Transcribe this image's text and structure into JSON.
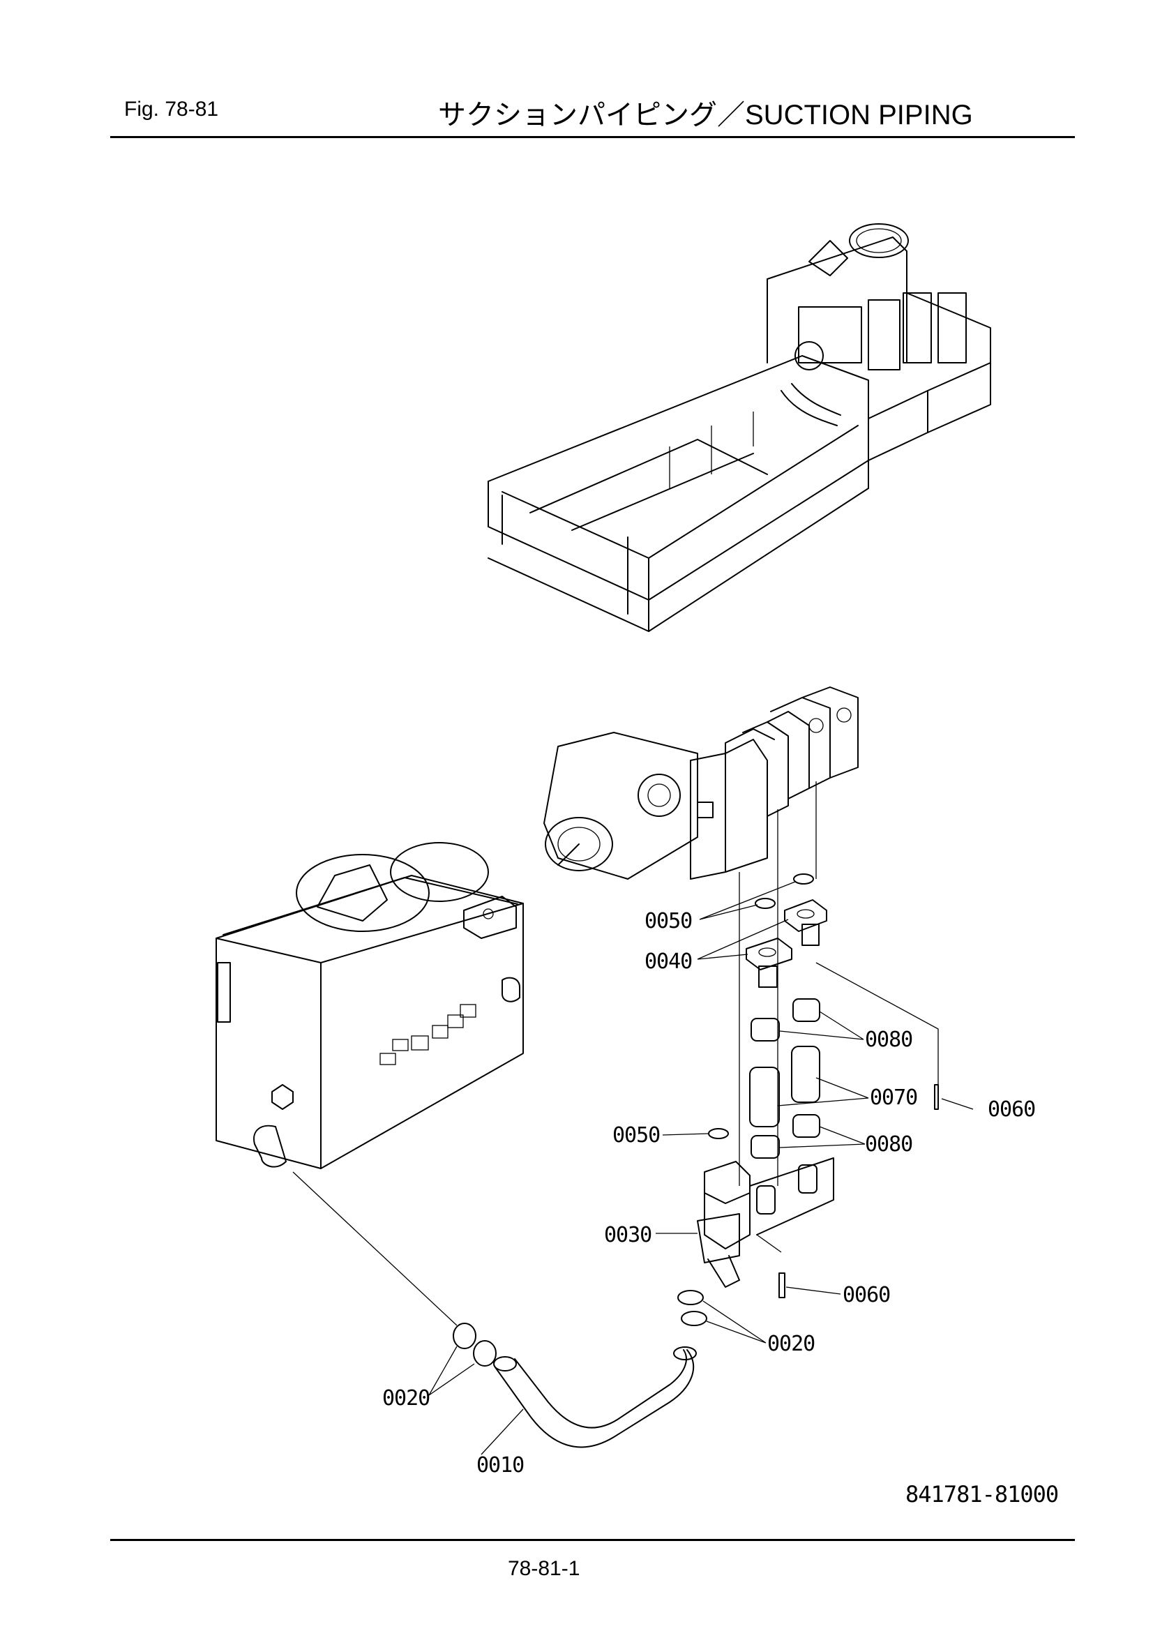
{
  "header": {
    "fig_label": "Fig.  78-81",
    "title": "サクションパイピング／SUCTION PIPING"
  },
  "callouts": {
    "c0050_top": "0050",
    "c0040": "0040",
    "c0080_top": "0080",
    "c0070": "0070",
    "c0060_right": "0060",
    "c0050_mid": "0050",
    "c0080_bottom": "0080",
    "c0030": "0030",
    "c0060_bottom": "0060",
    "c0020_right": "0020",
    "c0020_left": "0020",
    "c0010": "0010"
  },
  "footer": {
    "drawing_number": "841781-81000",
    "page_number": "78-81-1"
  }
}
